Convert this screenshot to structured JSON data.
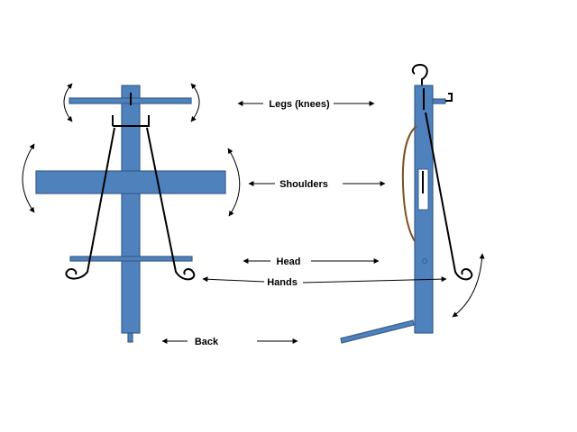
{
  "labels": {
    "legs": "Legs (knees)",
    "shoulders": "Shoulders",
    "head": "Head",
    "hands": "Hands",
    "back": "Back"
  },
  "colors": {
    "bar_fill": "#4f81bd",
    "bar_stroke": "#385d8a",
    "string": "#7f4f1f",
    "wire": "#000000"
  }
}
